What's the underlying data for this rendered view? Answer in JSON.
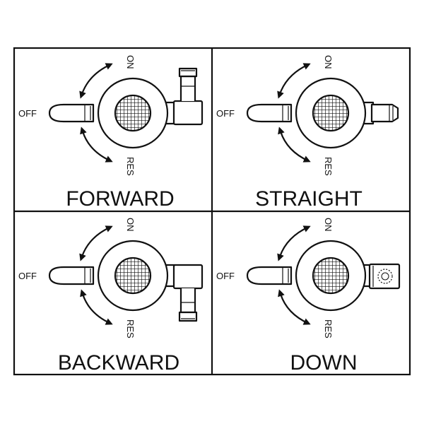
{
  "colors": {
    "line": "#111111",
    "background": "#ffffff"
  },
  "panels": [
    {
      "id": "forward",
      "title": "FORWARD",
      "off_label": "OFF",
      "on_label": "ON",
      "res_label": "RES",
      "fitting": "elbow-up"
    },
    {
      "id": "straight",
      "title": "STRAIGHT",
      "off_label": "OFF",
      "on_label": "ON",
      "res_label": "RES",
      "fitting": "straight"
    },
    {
      "id": "backward",
      "title": "BACKWARD",
      "off_label": "OFF",
      "on_label": "ON",
      "res_label": "RES",
      "fitting": "elbow-down"
    },
    {
      "id": "down",
      "title": "DOWN",
      "off_label": "OFF",
      "on_label": "ON",
      "res_label": "RES",
      "fitting": "down"
    }
  ]
}
